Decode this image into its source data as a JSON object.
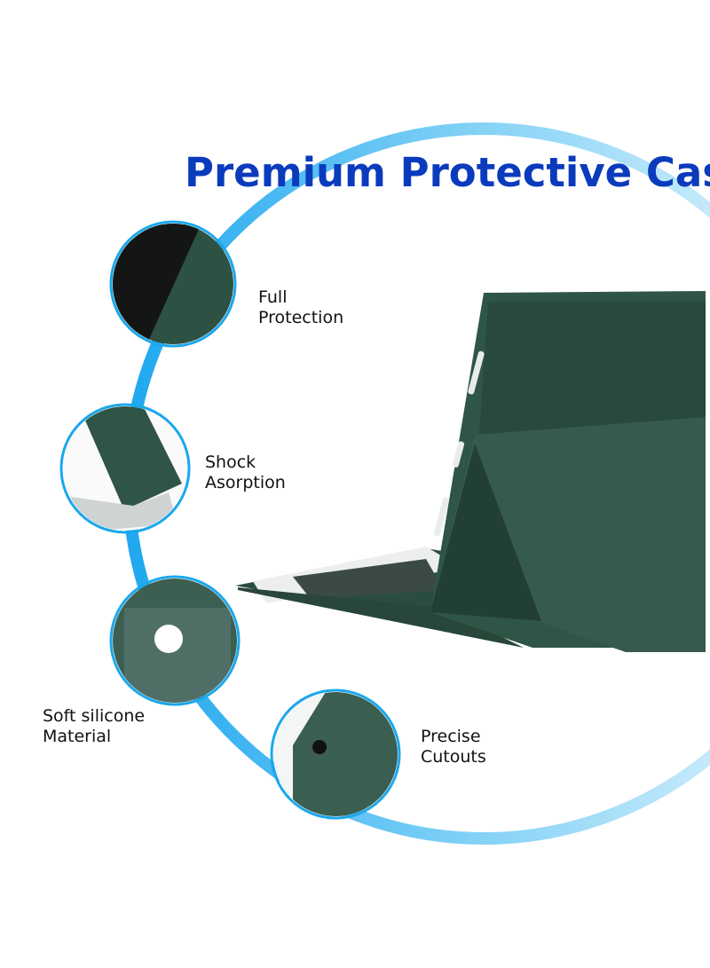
{
  "title": "Premium Protective Case",
  "features": [
    {
      "line1": "Full",
      "line2": "Protection"
    },
    {
      "line1": "Shock",
      "line2": "Asorption"
    },
    {
      "line1": "Soft silicone",
      "line2": "Material"
    },
    {
      "line1": "Precise",
      "line2": "Cutouts"
    }
  ],
  "colors": {
    "title": "#0b3bbd",
    "arc": "#1aa7ec",
    "case_green": "#2f5546"
  }
}
